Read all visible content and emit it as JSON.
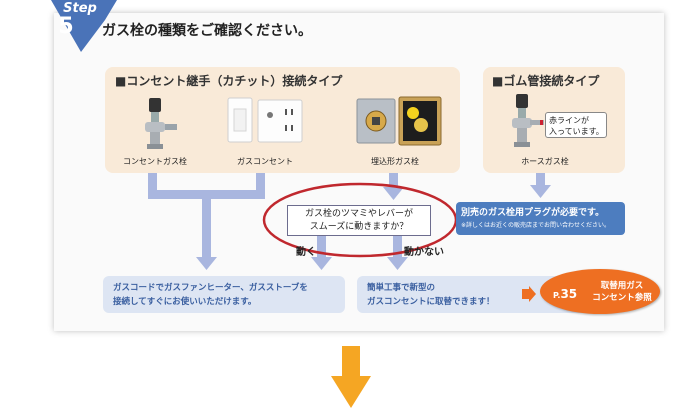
{
  "step": {
    "word": "Step",
    "number": "5"
  },
  "page_title": "ガス栓の種類をご確認ください。",
  "panels": {
    "outlet": {
      "title": "■コンセント継手（カチット）接続タイプ",
      "items": [
        {
          "caption": "コンセントガス栓"
        },
        {
          "caption": "ガスコンセント"
        },
        {
          "caption": "埋込形ガス栓"
        }
      ]
    },
    "hose": {
      "title": "■ゴム管接続タイプ",
      "callout": [
        "赤ラインが",
        "入っています。"
      ],
      "items": [
        {
          "caption": "ホースガス栓"
        }
      ]
    }
  },
  "question": [
    "ガス栓のツマミやレバーが",
    "スムーズに動きますか？"
  ],
  "branches": {
    "yes": "動く",
    "no": "動かない"
  },
  "note": {
    "main": "別売のガス栓用プラグが必要です。",
    "sub": "※詳しくはお近くの販売店までお問い合わせください。"
  },
  "results": {
    "left": [
      "ガスコードでガスファンヒーター、ガスストーブを",
      "接続してすぐにお使いいただけます。"
    ],
    "right": [
      "簡単工事で新型の",
      "ガスコンセントに取替できます！"
    ]
  },
  "reference": {
    "prefix": "P.",
    "page": "35",
    "label": [
      "取替用ガス",
      "コンセント参照"
    ]
  },
  "colors": {
    "step_badge": "#4a73b8",
    "panel_bg": "#f9ead8",
    "connector": "#a9b6df",
    "note_bg": "#4d7dbf",
    "result_bg": "#dde5f3",
    "result_text": "#3a5fa0",
    "reference_bg": "#ee6f22",
    "circle": "#c0282e",
    "down_arrow": "#f5a623"
  }
}
